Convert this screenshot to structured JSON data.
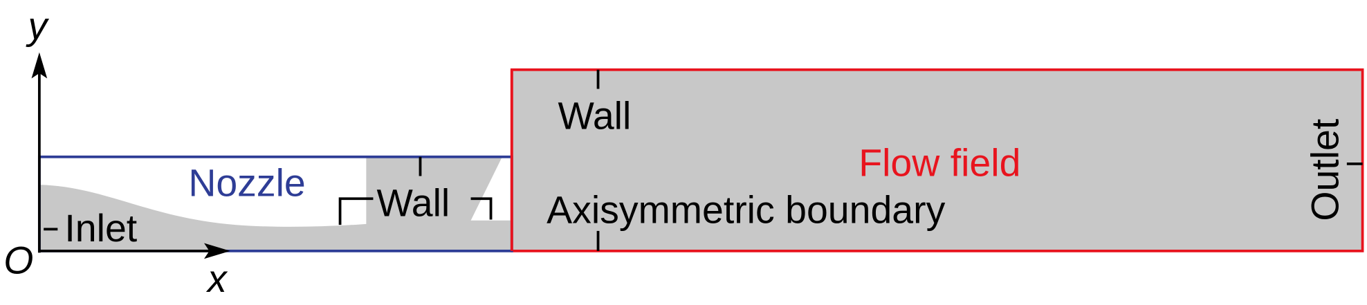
{
  "axes": {
    "y_label": "y",
    "x_label": "x",
    "origin_label": "O"
  },
  "nozzle": {
    "title": "Nozzle",
    "inlet_label": "Inlet",
    "wall_label": "Wall"
  },
  "flow_field": {
    "title": "Flow field",
    "wall_label": "Wall",
    "axis_label": "Axisymmetric boundary",
    "outlet_label": "Outlet"
  },
  "colors": {
    "nozzle": "#2e3d96",
    "flow_field": "#e8141e",
    "fluid": "#c8c8c8",
    "ink": "#000000"
  }
}
